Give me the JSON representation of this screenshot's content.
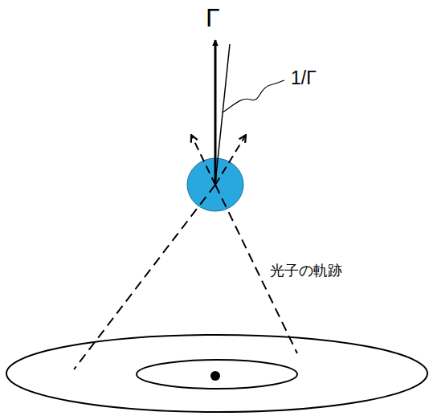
{
  "diagram": {
    "labels": [
      "Γ",
      "1/Γ",
      "光子の軌跡"
    ]
  }
}
